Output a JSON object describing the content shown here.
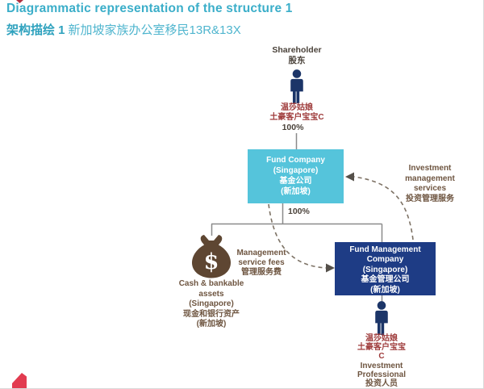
{
  "title": {
    "line1": "Diagrammatic representation of the structure 1",
    "line2_bold": "架构描绘 1",
    "line2_rest": "新加坡家族办公室移民13R&13X"
  },
  "diagram": {
    "shareholder": {
      "label_en": "Shareholder",
      "label_zh": "股东",
      "owner_name_1": "温莎姑娘",
      "owner_name_2": "土豪客户宝宝C",
      "ownership": "100%"
    },
    "fund_company": {
      "name_en_1": "Fund Company",
      "name_en_2": "(Singapore)",
      "name_zh_1": "基金公司",
      "name_zh_2": "(新加坡)",
      "ownership_down": "100%"
    },
    "cash_assets": {
      "label_en_1": "Cash & bankable",
      "label_en_2": "assets",
      "label_en_3": "(Singapore)",
      "label_zh_1": "现金和银行资产",
      "label_zh_2": "(新加坡)",
      "currency_symbol": "$"
    },
    "management_fees": {
      "line1": "Management",
      "line2": "service fees",
      "line3": "管理服务费"
    },
    "fund_management_company": {
      "name_en_1": "Fund Management",
      "name_en_2": "Company",
      "name_en_3": "(Singapore)",
      "name_zh_1": "基金管理公司",
      "name_zh_2": "(新加坡)"
    },
    "investment_services": {
      "line1": "Investment",
      "line2": "management",
      "line3": "services",
      "line4": "投资管理服务"
    },
    "investment_professional": {
      "owner_name_1": "温莎姑娘",
      "owner_name_2": "土豪客户宝宝",
      "owner_name_3": "C",
      "role_1": "Investment",
      "role_2": "Professional",
      "role_3": "投资人员"
    }
  },
  "colors": {
    "title_teal": "#3BAEC9",
    "fund_company_box": "#55C4DB",
    "fund_management_box": "#1E3C85",
    "person_navy": "#1C3568",
    "money_bag_brown": "#5E4632",
    "label_brown": "#6E5540",
    "owner_red": "#9E3A3A",
    "dark_text": "#4A423A",
    "connector_gray": "#8A8A8A",
    "logo_red": "#E23B50"
  }
}
